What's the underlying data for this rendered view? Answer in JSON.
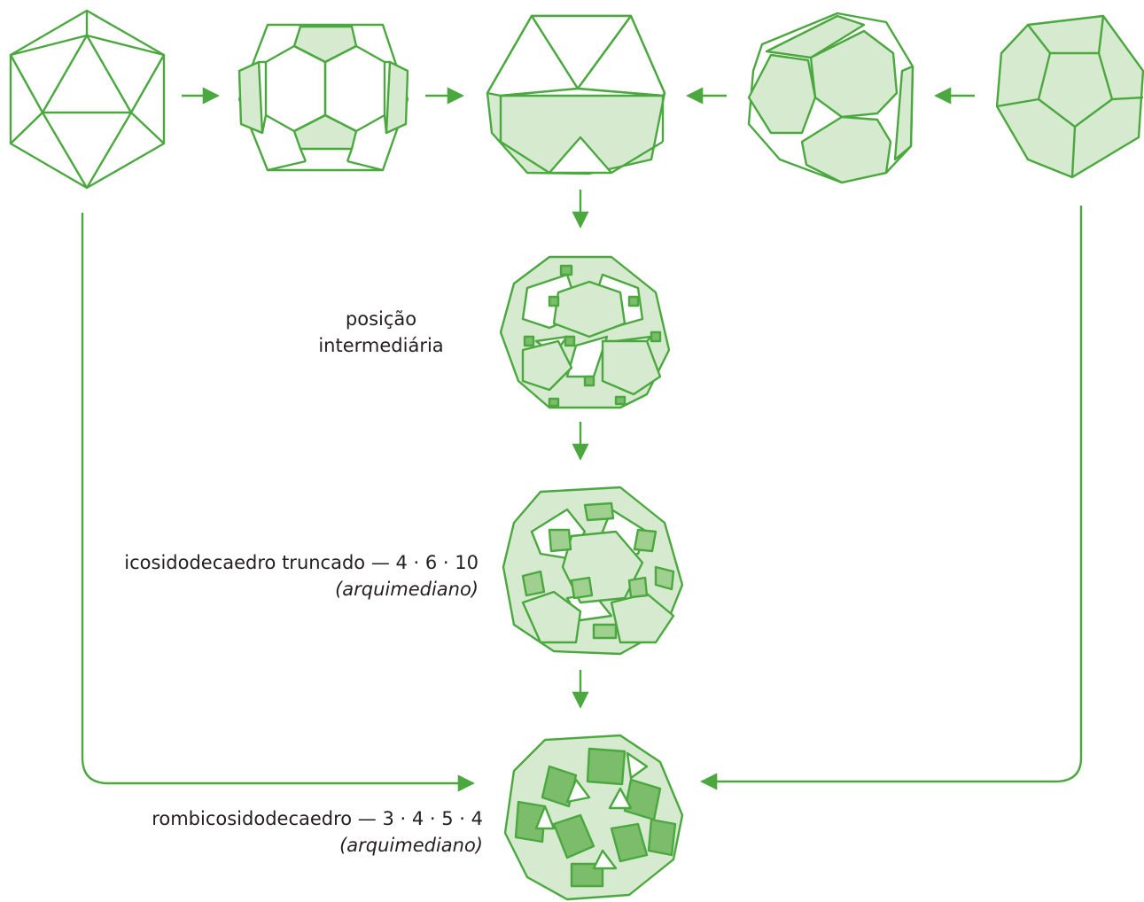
{
  "colors": {
    "stroke": "#4aa83f",
    "face_light": "#d6eacf",
    "face_mid": "#9fd08f",
    "face_dark": "#7cbd6b",
    "text": "#231f20"
  },
  "labels": {
    "intermediate_line1": "posição",
    "intermediate_line2": "intermediária",
    "truncated_main": "icosidodecaedro truncado — 4 · 6 · 10",
    "truncated_sub": "(arquimediano)",
    "rhombi_main": "rombicosidodecaedro — 3 · 4 · 5 · 4",
    "rhombi_sub": "(arquimediano)"
  }
}
